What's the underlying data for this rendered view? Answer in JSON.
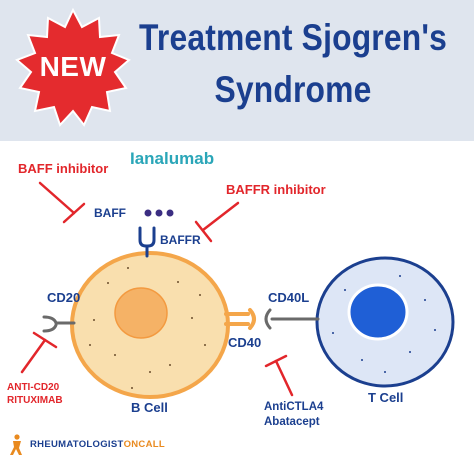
{
  "header": {
    "badge": "NEW",
    "title_line1": "Treatment Sjogren's",
    "title_line2": "Syndrome"
  },
  "labels": {
    "ianalumab": "Ianalumab",
    "baff_inhibitor": "BAFF inhibitor",
    "baffr_inhibitor": "BAFFR inhibitor",
    "baff": "BAFF",
    "baffr": "BAFFR",
    "cd20": "CD20",
    "cd40": "CD40",
    "cd40l": "CD40L",
    "anti_cd20_line1": "ANTI-CD20",
    "anti_cd20_line2": "RITUXIMAB",
    "anti_ctla4_line1": "AntiCTLA4",
    "anti_ctla4_line2": "Abatacept",
    "b_cell": "B Cell",
    "t_cell": "T Cell"
  },
  "logo": {
    "part1": "RHEUMATOLOGIST",
    "part2": "ONCALL"
  },
  "colors": {
    "navy": "#1b3f8f",
    "red": "#e2262b",
    "teal": "#2aa6b8",
    "b_cell_fill": "#f9dfae",
    "b_cell_nucleus": "#f5b266",
    "t_cell_nucleus": "#1f5fd6",
    "header_bg": "#dfe5ee"
  }
}
